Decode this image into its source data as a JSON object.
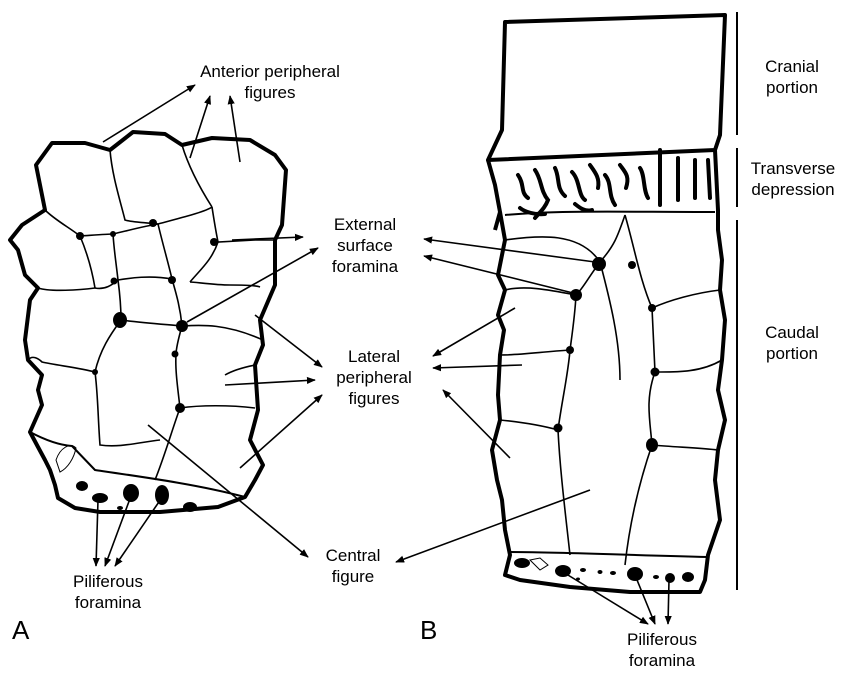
{
  "labels": {
    "anterior_line1": "Anterior peripheral",
    "anterior_line2": "figures",
    "external_line1": "External",
    "external_line2": "surface",
    "external_line3": "foramina",
    "lateral_line1": "Lateral",
    "lateral_line2": "peripheral",
    "lateral_line3": "figures",
    "central_line1": "Central",
    "central_line2": "figure",
    "piliferous_a_line1": "Piliferous",
    "piliferous_a_line2": "foramina",
    "piliferous_b_line1": "Piliferous",
    "piliferous_b_line2": "foramina",
    "cranial_line1": "Cranial",
    "cranial_line2": "portion",
    "transverse_line1": "Transverse",
    "transverse_line2": "depression",
    "caudal_line1": "Caudal",
    "caudal_line2": "portion"
  },
  "panels": {
    "a": "A",
    "b": "B"
  },
  "colors": {
    "ink": "#000000",
    "background": "#ffffff"
  }
}
